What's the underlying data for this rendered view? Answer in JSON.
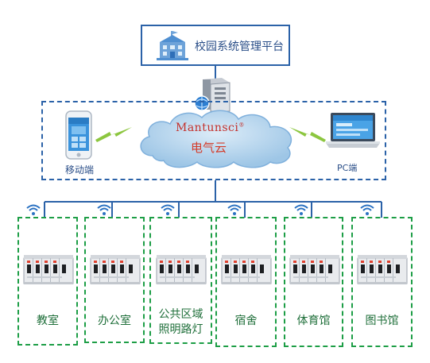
{
  "platform": {
    "label": "校园系统管理平台"
  },
  "cloud": {
    "brand": "Mantunsci",
    "brand_mark": "®",
    "label": "电气云"
  },
  "clients": {
    "mobile_label": "移动端",
    "pc_label": "PC端"
  },
  "locations": [
    {
      "label": "教室"
    },
    {
      "label": "办公室"
    },
    {
      "label": "公共区域",
      "label2": "照明路灯"
    },
    {
      "label": "宿舍"
    },
    {
      "label": "体育馆"
    },
    {
      "label": "图书馆"
    }
  ],
  "colors": {
    "frame_blue": "#2b62a8",
    "dashed_green": "#1d9e46",
    "link_green": "#8cc63f",
    "cloud_fill": "#a9cde8",
    "brand_red": "#c4302b"
  }
}
